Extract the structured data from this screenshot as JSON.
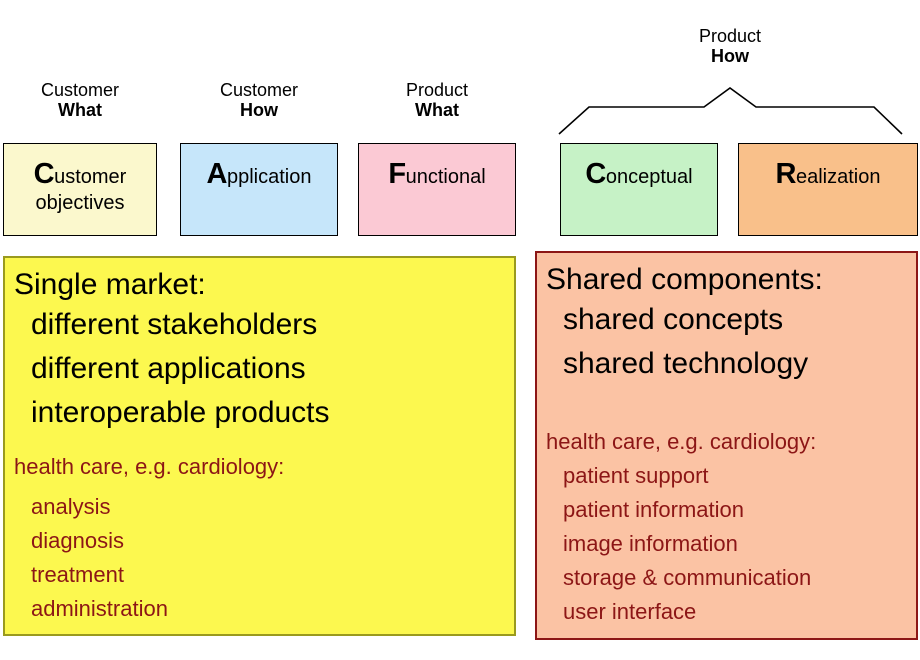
{
  "headers": [
    {
      "line1": "Customer",
      "line2": "What"
    },
    {
      "line1": "Customer",
      "line2": "How"
    },
    {
      "line1": "Product",
      "line2": "What"
    },
    {
      "line1": "Product",
      "line2": "How"
    }
  ],
  "boxes": [
    {
      "id": "customer-objectives",
      "cap": "C",
      "rest": "ustomer",
      "line2": "objectives",
      "fill": "#fbf8cd"
    },
    {
      "id": "application",
      "cap": "A",
      "rest": "pplication",
      "line2": "",
      "fill": "#c6e6fa"
    },
    {
      "id": "functional",
      "cap": "F",
      "rest": "unctional",
      "line2": "",
      "fill": "#fbc9d4"
    },
    {
      "id": "conceptual",
      "cap": "C",
      "rest": "onceptual",
      "line2": "",
      "fill": "#c6f2c6"
    },
    {
      "id": "realization",
      "cap": "R",
      "rest": "ealization",
      "line2": "",
      "fill": "#f9c08a"
    }
  ],
  "panels": {
    "left": {
      "fill": "#fcf84f",
      "border": "#9a9a1e",
      "accent": "#8c1616",
      "heading": "Single market:",
      "subitems": [
        "different stakeholders",
        "different applications",
        "interoperable products"
      ],
      "example_heading": "health care, e.g. cardiology:",
      "example_items": [
        "analysis",
        "diagnosis",
        "treatment",
        "administration"
      ]
    },
    "right": {
      "fill": "#fbc3a4",
      "border": "#8c1616",
      "accent": "#8c1616",
      "heading": "Shared components:",
      "subitems": [
        "shared concepts",
        "shared technology"
      ],
      "example_heading": "health care, e.g. cardiology:",
      "example_items": [
        "patient support",
        "patient information",
        "image information",
        "storage & communication",
        "user interface"
      ]
    }
  }
}
